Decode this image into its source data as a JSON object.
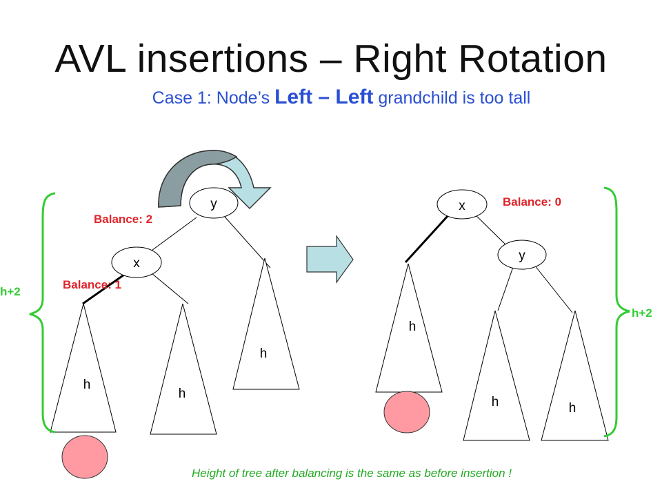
{
  "title": "AVL insertions – Right Rotation",
  "subtitle": {
    "prefix": "Case 1: Node’s ",
    "emphasis": "Left – Left",
    "suffix": " grandchild is too tall"
  },
  "left_tree": {
    "root_label": "y",
    "child_label": "x",
    "root_balance": "Balance: 2",
    "child_balance": "Balance: 1",
    "subtree_labels": [
      "h",
      "h",
      "h"
    ],
    "height_label": "h+2"
  },
  "right_tree": {
    "root_label": "x",
    "child_label": "y",
    "root_balance": "Balance: 0",
    "subtree_labels": [
      "h",
      "h",
      "h"
    ],
    "height_label": "h+2"
  },
  "footer": "Height of tree after balancing is the same as before insertion !",
  "colors": {
    "title": "#111111",
    "subtitle": "#2a4fd2",
    "balance": "#e0242a",
    "brace": "#33cc33",
    "inserted_node": "#ff9aa2",
    "footer": "#22aa22",
    "arrow_fill": "#b8e0e4",
    "arrow_dark": "#8a9ea2"
  }
}
